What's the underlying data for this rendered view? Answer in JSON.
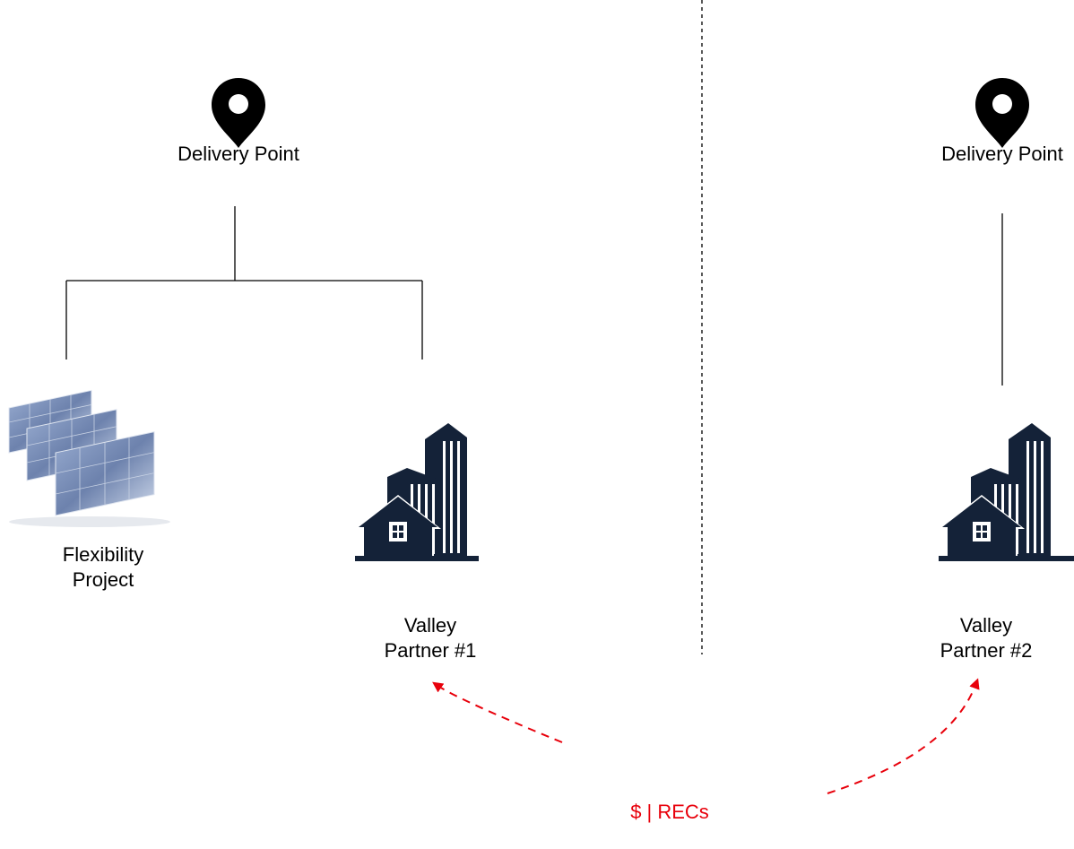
{
  "left_site": {
    "delivery_point_label": "Delivery Point",
    "solar_label_line1": "Flexibility",
    "solar_label_line2": "Project",
    "partner_label_line1": "Valley",
    "partner_label_line2": "Partner #1"
  },
  "right_site": {
    "delivery_point_label": "Delivery Point",
    "partner_label_line1": "Valley",
    "partner_label_line2": "Partner #2"
  },
  "flow": {
    "label": "$ | RECs",
    "color": "#e8000b"
  },
  "colors": {
    "building": "#142238",
    "lines": "#000000"
  },
  "icons": [
    "map-pin-icon",
    "solar-panel-icon",
    "building-icon"
  ]
}
